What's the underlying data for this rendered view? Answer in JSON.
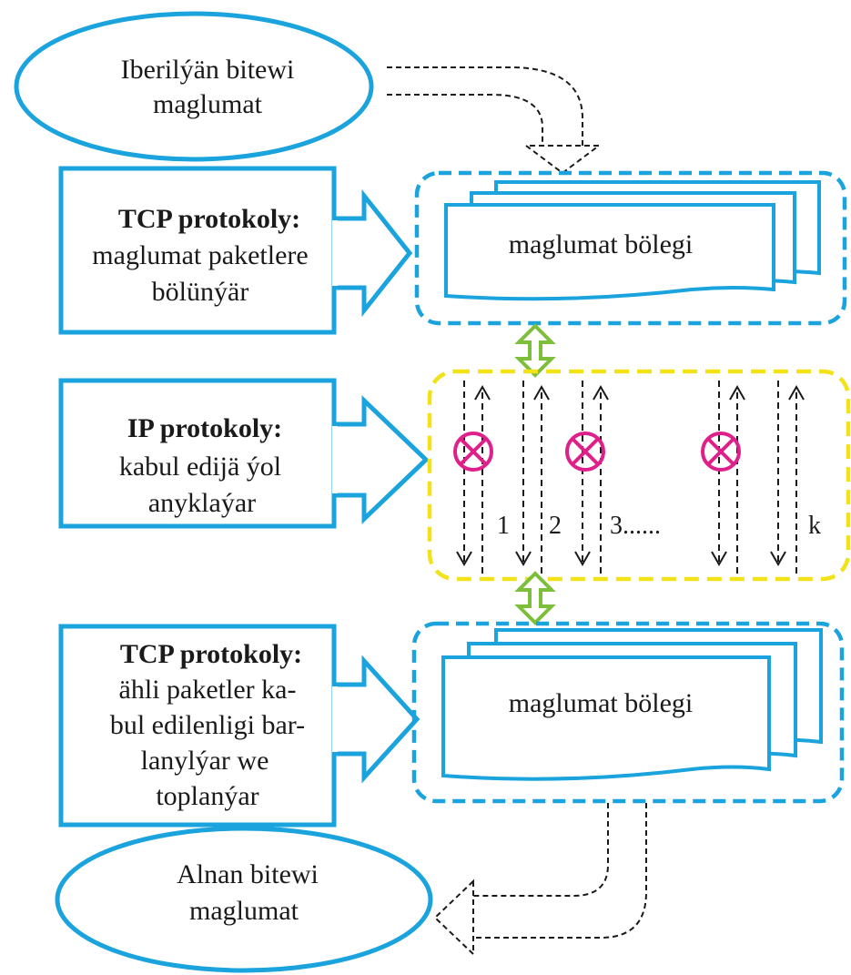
{
  "input_oval": {
    "line1": "Iberilýän bitewi",
    "line2": "maglumat"
  },
  "output_oval": {
    "line1": "Alnan bitewi",
    "line2": "maglumat"
  },
  "tcp_split_box": {
    "title": "TCP protokoly:",
    "line1": "maglumat paketlere",
    "line2": "bölünýär"
  },
  "ip_box": {
    "title": "IP protokoly:",
    "line1": "kabul edijä ýol",
    "line2": "anyklaýar"
  },
  "tcp_assemble_box": {
    "title": "TCP protokoly:",
    "line1": "ähli paketler ka-",
    "line2": "bul edilenligi bar-",
    "line3": "lanylýar we",
    "line4": "toplanýar"
  },
  "packet_top": {
    "label": "maglumat bölegi"
  },
  "packet_bottom": {
    "label": "maglumat bölegi"
  },
  "routes": {
    "labels": [
      "1",
      "2",
      "3......",
      "k"
    ]
  },
  "colors": {
    "cyan": "#1aa3dc",
    "yellow": "#f2e21a",
    "green": "#7dbf3a",
    "magenta": "#e0208a",
    "black": "#1a1a1a"
  }
}
